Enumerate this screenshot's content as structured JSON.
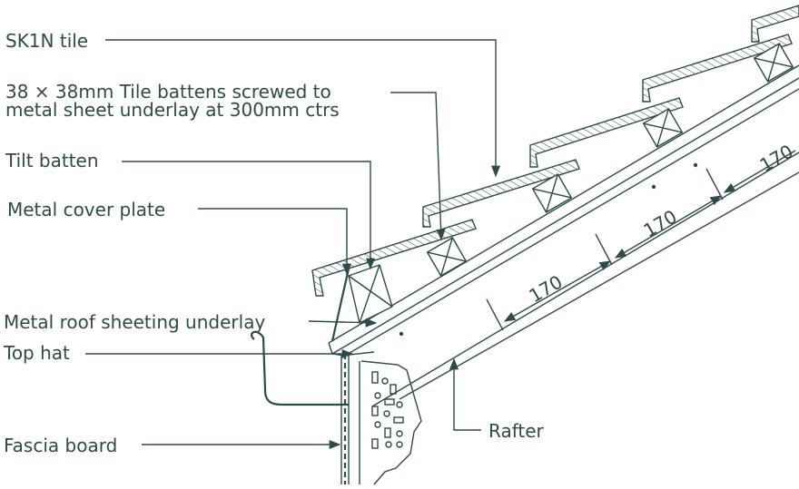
{
  "labels": {
    "sk1n_tile": "SK1N tile",
    "tile_battens_line1": "38 × 38mm Tile battens screwed to",
    "tile_battens_line2": "metal sheet underlay at 300mm ctrs",
    "tilt_batten": "Tilt batten",
    "metal_cover_plate": "Metal cover plate",
    "metal_roof_sheeting_underlay": "Metal roof sheeting underlay",
    "top_hat": "Top hat",
    "fascia_board": "Fascia board",
    "rafter": "Rafter"
  },
  "dimensions": [
    "170",
    "170",
    "170"
  ],
  "colors": {
    "ink": "#2f4a4a",
    "background": "#ffffff"
  }
}
